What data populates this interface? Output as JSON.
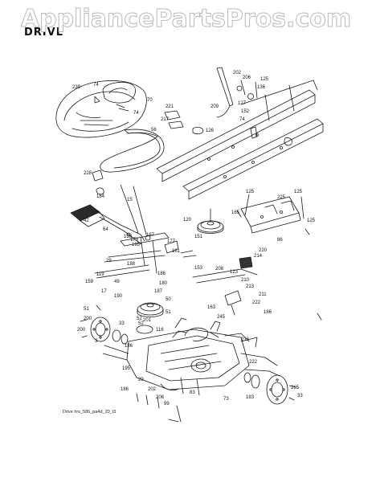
{
  "watermark": "AppliancePartsPros.com",
  "section_title": "DRIVE",
  "footer_code": "Drive hrs_586_pa4d_20_t3",
  "colors": {
    "line": "#1a1a1a",
    "watermark_outline": "#b9b9b9",
    "background": "#ffffff"
  },
  "labels": [
    "239",
    "74",
    "70",
    "74",
    "221",
    "217",
    "56",
    "126",
    "202",
    "206",
    "125",
    "136",
    "209",
    "127",
    "152",
    "74",
    "228",
    "184",
    "15",
    "42",
    "64",
    "120",
    "167",
    "159",
    "177",
    "195",
    "173",
    "125",
    "225",
    "125",
    "165",
    "125",
    "86",
    "220",
    "151",
    "161",
    "29",
    "188",
    "153",
    "208",
    "123",
    "214",
    "159",
    "119",
    "49",
    "186",
    "180",
    "187",
    "50",
    "210",
    "213",
    "211",
    "17",
    "190",
    "163",
    "52",
    "201",
    "51",
    "222",
    "166",
    "51",
    "200",
    "200",
    "3",
    "116",
    "52",
    "216",
    "33",
    "245",
    "186",
    "195",
    "186",
    "222",
    "29",
    "206",
    "202",
    "73",
    "183",
    "265",
    "83",
    "99",
    "33"
  ]
}
